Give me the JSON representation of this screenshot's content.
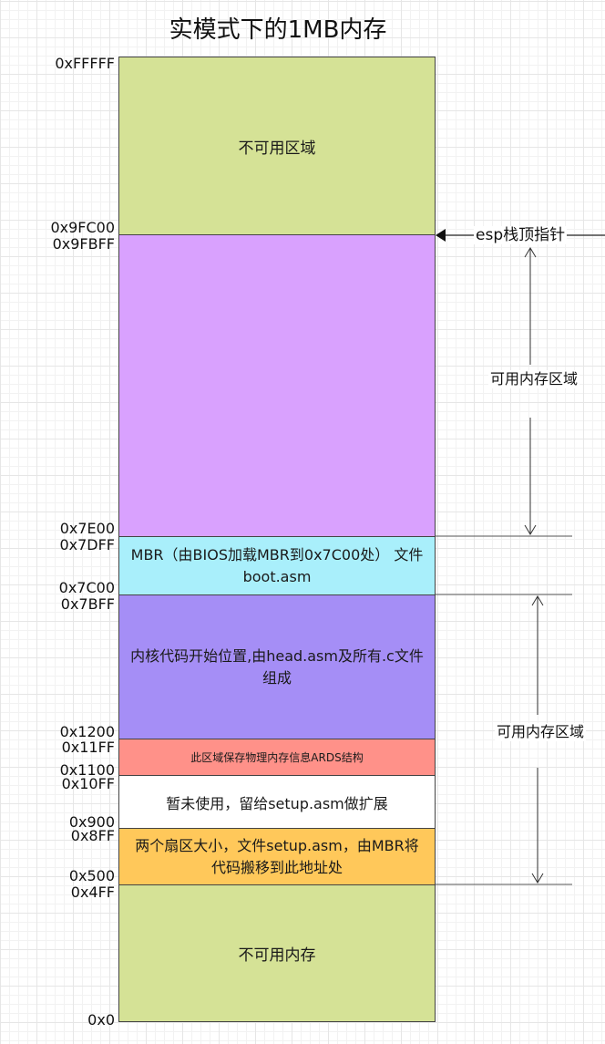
{
  "title": "实模式下的1MB内存",
  "blocks": [
    {
      "label": "不可用区域",
      "color": "#d5e296"
    },
    {
      "label": "",
      "color": "#d9a1fe"
    },
    {
      "label": "MBR（由BIOS加载MBR到0x7C00处） 文件boot.asm",
      "color": "#a9effb"
    },
    {
      "label": "内核代码开始位置,由head.asm及所有.c文件组成",
      "color": "#a58ef6"
    },
    {
      "label": "此区域保存物理内存信息ARDS结构",
      "color": "#ff9189"
    },
    {
      "label": "暂未使用，留给setup.asm做扩展",
      "color": "#ffffff"
    },
    {
      "label": "两个扇区大小，文件setup.asm，由MBR将代码搬移到此地址处",
      "color": "#ffc85a"
    },
    {
      "label": "不可用内存",
      "color": "#d5e296"
    }
  ],
  "addresses": {
    "a_ffff": "0xFFFFF",
    "a_9fc00": "0x9FC00",
    "a_9fbff": "0x9FBFF",
    "a_7e00": "0x7E00",
    "a_7dff": "0x7DFF",
    "a_7c00": "0x7C00",
    "a_7bff": "0x7BFF",
    "a_1200": "0x1200",
    "a_11ff": "0x11FF",
    "a_1100": "0x1100",
    "a_10ff": "0x10FF",
    "a_900": "0x900",
    "a_8ff": "0x8FF",
    "a_500": "0x500",
    "a_4ff": "0x4FF",
    "a_0": "0x0"
  },
  "annotations": {
    "esp": "esp栈顶指针",
    "usable_upper": "可用内存区域",
    "usable_lower": "可用内存区域"
  }
}
